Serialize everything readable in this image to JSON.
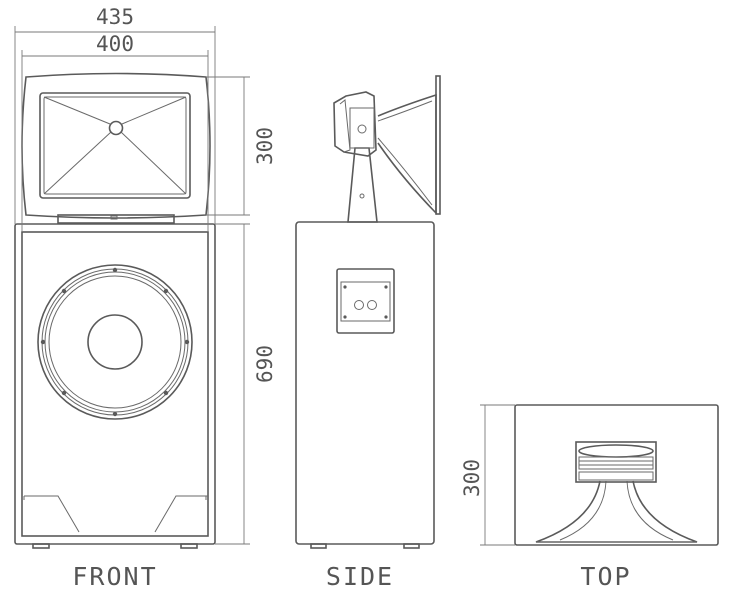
{
  "dimensions": {
    "overall_width": "435",
    "cabinet_width": "400",
    "horn_height": "300",
    "cabinet_height": "690",
    "top_depth": "300"
  },
  "views": {
    "front": "FRONT",
    "side": "SIDE",
    "top": "TOP"
  },
  "colors": {
    "line": "#5a5a5a",
    "text": "#555555",
    "background": "#ffffff"
  }
}
